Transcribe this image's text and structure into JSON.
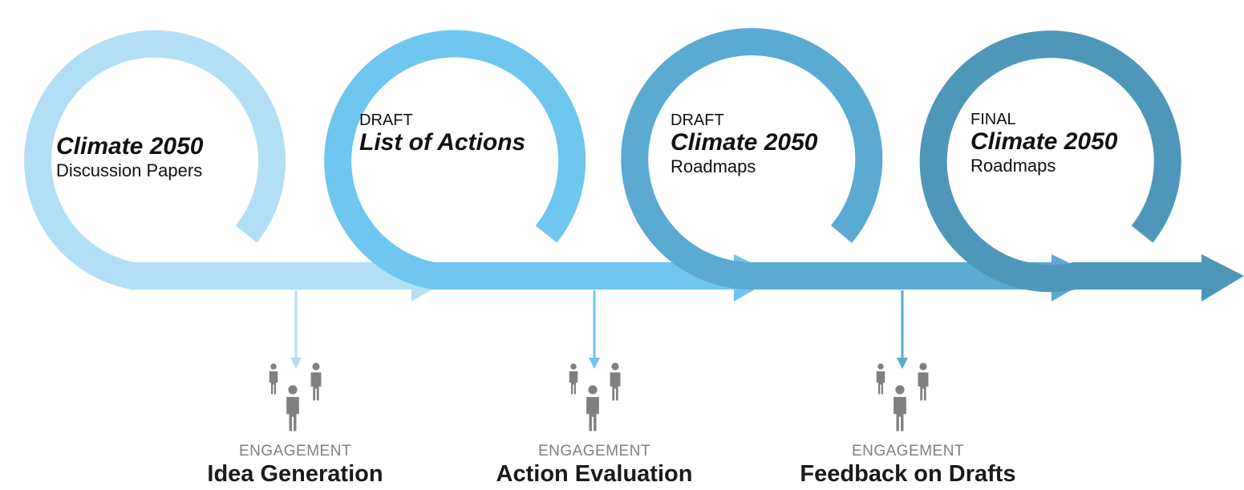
{
  "colors": {
    "stage1": "#b3dff6",
    "stage2": "#6fc6ef",
    "stage3": "#5aaad2",
    "stage4": "#4f97b8",
    "people": "#808080"
  },
  "stages": [
    {
      "pre": "",
      "title": "Climate 2050",
      "sub": "Discussion Papers"
    },
    {
      "pre": "DRAFT",
      "title": "List of Actions",
      "sub": ""
    },
    {
      "pre": "DRAFT",
      "title": "Climate 2050",
      "sub": "Roadmaps"
    },
    {
      "pre": "FINAL",
      "title": "Climate 2050",
      "sub": "Roadmaps"
    }
  ],
  "engagements": [
    {
      "pre": "ENGAGEMENT",
      "title": "Idea Generation"
    },
    {
      "pre": "ENGAGEMENT",
      "title": "Action Evaluation"
    },
    {
      "pre": "ENGAGEMENT",
      "title": "Feedback on Drafts"
    }
  ]
}
